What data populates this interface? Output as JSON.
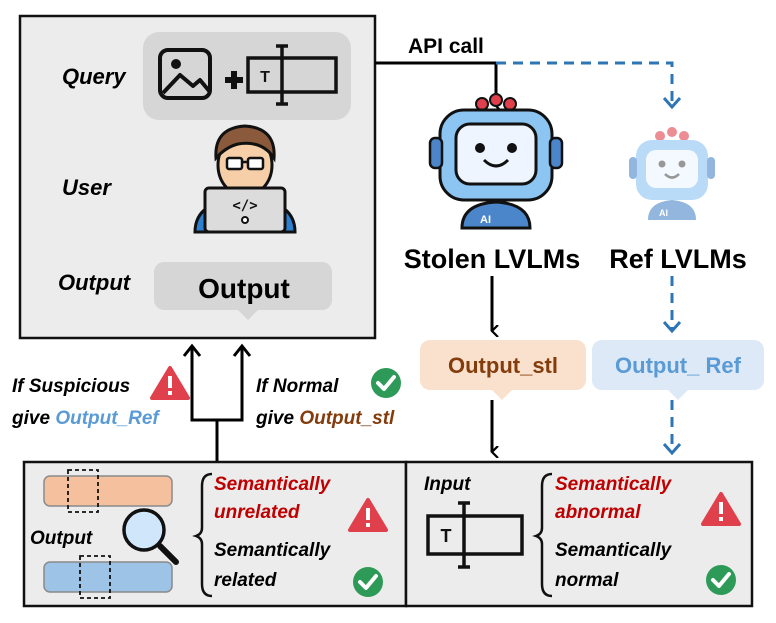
{
  "user_panel": {
    "query_label": "Query",
    "user_label": "User",
    "output_label": "Output",
    "output_bubble_text": "Output",
    "text_icon_letter": "T"
  },
  "api_call_label": "API call",
  "models": {
    "stolen_label": "Stolen LVLMs",
    "ref_label": "Ref LVLMs",
    "robot_chest_text": "AI",
    "stolen_output": "Output_stl",
    "ref_output": "Output_ Ref"
  },
  "feedback": {
    "suspicious_prefix": "If Suspicious",
    "suspicious_give": "give ",
    "suspicious_target": "Output_Ref",
    "normal_prefix": "If Normal",
    "normal_give": "give ",
    "normal_target": "Output_stl"
  },
  "output_check": {
    "output_label": "Output",
    "unrelated_line1": "Semantically",
    "unrelated_line2": "unrelated",
    "related_line1": "Semantically",
    "related_line2": "related"
  },
  "input_check": {
    "input_label": "Input",
    "text_icon_letter": "T",
    "abnormal_line1": "Semantically",
    "abnormal_line2": "abnormal",
    "normal_line1": "Semantically",
    "normal_line2": "normal"
  },
  "colors": {
    "panel_bg": "#ececec",
    "stolen_output_bg": "#fae1cd",
    "ref_output_bg": "#dde9f6",
    "stolen_accent": "#843c0c",
    "ref_accent": "#5b9bd5",
    "dashed_arrow": "#2e75b6",
    "warning_red": "#e0404c",
    "semantic_red": "#c00000",
    "check_green": "#2e9a58"
  },
  "icons": [
    "image-icon",
    "plus-icon",
    "text-input-icon",
    "user-icon",
    "robot-icon",
    "warning-icon",
    "check-icon",
    "magnifier-icon"
  ]
}
